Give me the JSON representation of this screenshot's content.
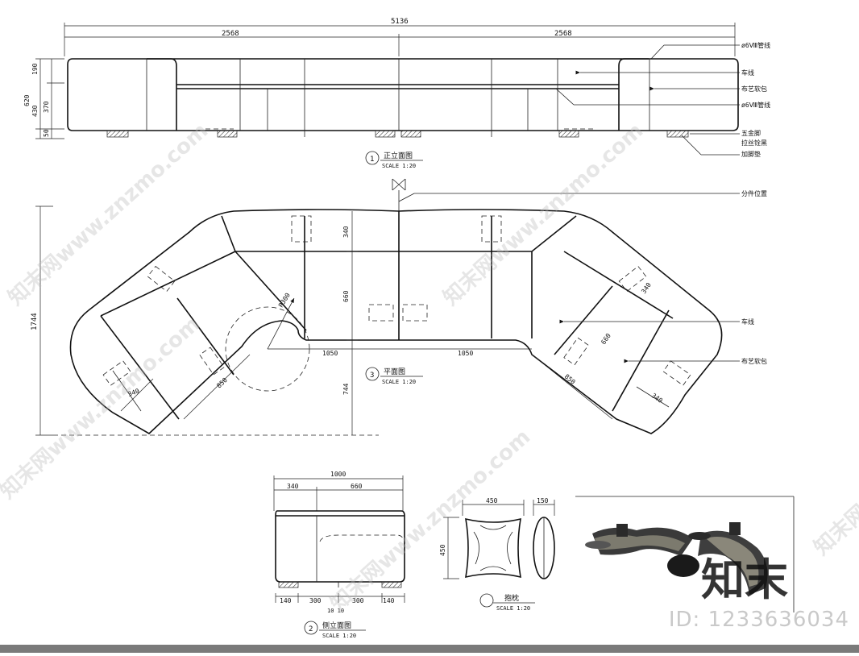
{
  "front_elevation": {
    "total_width": "5136",
    "half_left": "2568",
    "half_right": "2568",
    "heights": [
      "190",
      "370",
      "50"
    ],
    "height_total": "620",
    "height_sub": "430",
    "title_no": "1",
    "title": "正立面图",
    "scale": "SCALE 1:20",
    "callouts": [
      "ø6Ⅷ管线",
      "车线",
      "布艺软包",
      "ø6Ⅷ管线",
      "五金脚",
      "拉丝铨黑",
      "加脚垫"
    ]
  },
  "plan": {
    "callout_split": "分件位置",
    "overall_depth": "1744",
    "dims": [
      "340",
      "660",
      "744",
      "1050",
      "1050",
      "850",
      "340",
      "850",
      "660",
      "340",
      "340"
    ],
    "radius": "R300",
    "title_no": "3",
    "title": "平面图",
    "scale": "SCALE 1:20",
    "callouts": [
      "车线",
      "布艺软包"
    ]
  },
  "side_elevation": {
    "total": "1000",
    "top_dims": [
      "340",
      "660"
    ],
    "bottom_dims": [
      "140",
      "300",
      "300",
      "140"
    ],
    "under": "10 10",
    "title_no": "2",
    "title": "侧立面图",
    "scale": "SCALE 1:20"
  },
  "pillow": {
    "width": "450",
    "height": "450",
    "thickness": "150",
    "title": "抱枕",
    "scale": "SCALE 1:20"
  },
  "watermark": {
    "text": "知末网www.znzmo.com",
    "logo": "知末",
    "id_label": "ID: 1233636034"
  },
  "colors": {
    "line": "#111111",
    "watermark": "#b8b8b8",
    "bar": "#7a7a7a"
  }
}
